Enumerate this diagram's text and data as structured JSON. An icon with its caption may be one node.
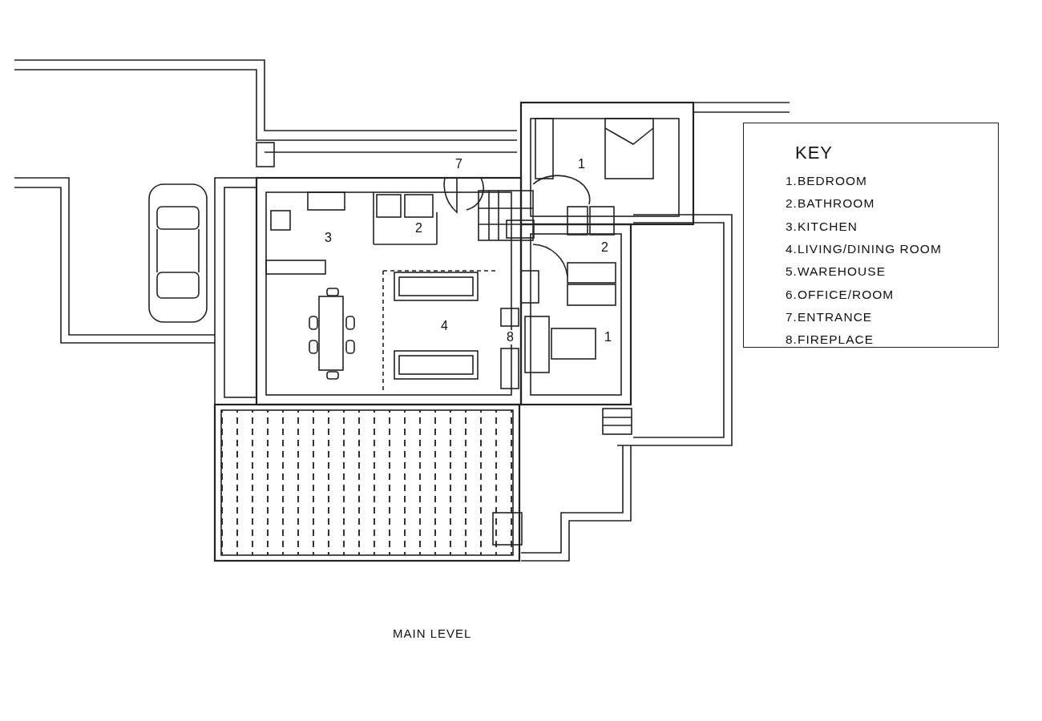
{
  "diagram": {
    "caption": "MAIN LEVEL",
    "nodes": [
      {
        "text": [
          "KEY",
          "1.BEDROOM",
          "2.BATHROOM",
          "3.KITCHEN",
          "4.LIVING/DINING ROOM",
          "5.WAREHOUSE",
          "6.OFFICE/ROOM",
          "7.ENTRANCE",
          "8.FIREPLACE"
        ]
      }
    ],
    "labels": [
      "7",
      "1",
      "3",
      "2",
      "2",
      "4",
      "8",
      "1"
    ]
  }
}
